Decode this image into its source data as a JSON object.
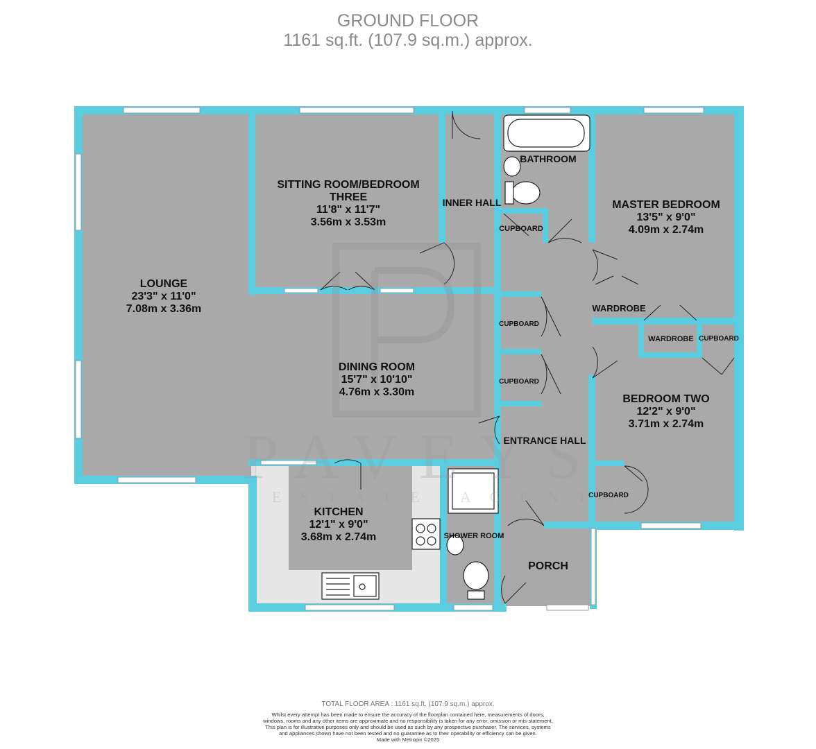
{
  "header": {
    "title": "GROUND FLOOR",
    "area": "1161 sq.ft. (107.9 sq.m.) approx."
  },
  "colors": {
    "wall": "#5bcde0",
    "room": "#a9a9a9",
    "kitchen_floor": "#e6e6e6",
    "window": "#ffffff"
  },
  "rooms": {
    "lounge": {
      "name": "LOUNGE",
      "imperial": "23'3\"  x 11'0\"",
      "metric": "7.08m  x 3.36m"
    },
    "sitting": {
      "name1": "SITTING ROOM/BEDROOM",
      "name2": "THREE",
      "imperial": "11'8\"  x 11'7\"",
      "metric": "3.56m  x 3.53m"
    },
    "dining": {
      "name": "DINING ROOM",
      "imperial": "15'7\"  x 10'10\"",
      "metric": "4.76m  x 3.30m"
    },
    "kitchen": {
      "name": "KITCHEN",
      "imperial": "12'1\"  x 9'0\"",
      "metric": "3.68m  x 2.74m"
    },
    "master": {
      "name": "MASTER BEDROOM",
      "imperial": "13'5\"  x 9'0\"",
      "metric": "4.09m  x 2.74m"
    },
    "bedroom_two": {
      "name": "BEDROOM TWO",
      "imperial": "12'2\"  x 9'0\"",
      "metric": "3.71m  x 2.74m"
    },
    "bathroom": "BATHROOM",
    "inner_hall": "INNER HALL",
    "entrance_hall": "ENTRANCE HALL",
    "porch": "PORCH",
    "shower_room": "SHOWER ROOM",
    "wardrobe": "WARDROBE",
    "cupboard": "CUPBOARD"
  },
  "watermark": {
    "brand": "PAVEYS",
    "tagline": "ESTATE AGENTS"
  },
  "footer": {
    "total": "TOTAL FLOOR AREA : 1161 sq.ft. (107.9 sq.m.) approx.",
    "disclaimer": "Whilst every attempt has been made to ensure the accuracy of the floorplan contained here, measurements of doors, windows, rooms and any other items are approximate and no responsibility is taken for any error, omission or mis-statement. This plan is for illustrative purposes only and should be used as such by any prospective purchaser. The services, systems and appliances shown have not been tested and no guarantee as to their operability or efficiency can be given.",
    "made_with": "Made with Metropix ©2025"
  }
}
